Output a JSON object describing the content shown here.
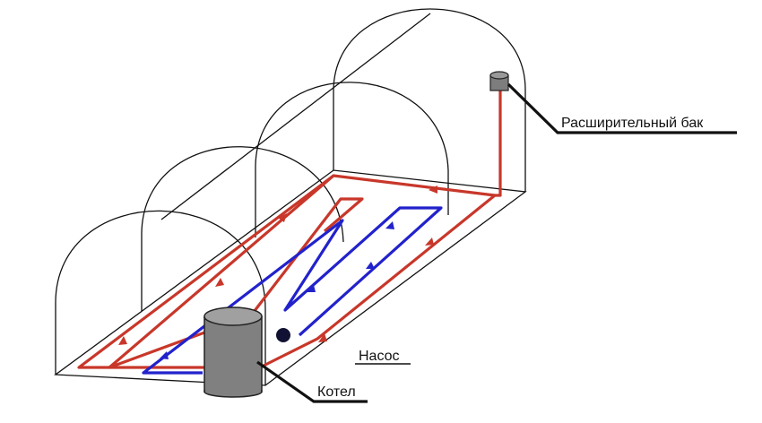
{
  "labels": {
    "expansion_tank": "Расширительный бак",
    "pump": "Насос",
    "boiler": "Котел"
  },
  "colors": {
    "hot_pipe": "#c8372a",
    "cold_pipe": "#2222cc",
    "boiler_fill": "#808080",
    "tank_fill": "#7d7d7d",
    "pump_fill": "#111133"
  }
}
